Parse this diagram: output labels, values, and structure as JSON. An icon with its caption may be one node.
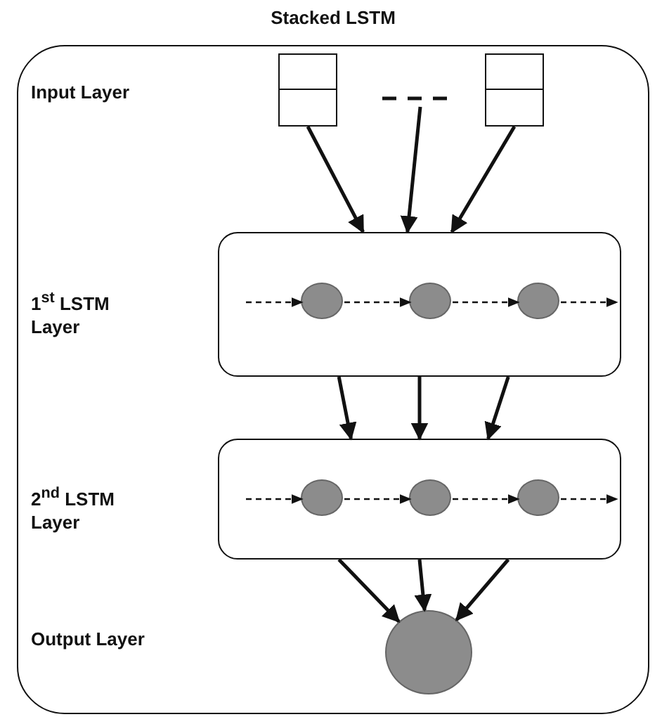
{
  "diagram": {
    "nodes": [
      {
        "text": [
          "Stacked LSTM"
        ]
      },
      {
        "text": [],
        "shape": "box",
        "in": 0
      },
      {
        "text": [],
        "shape": "dashes",
        "in": 0
      },
      {
        "text": [],
        "shape": "box",
        "in": 0
      },
      {
        "text": [],
        "shape": "box",
        "in": 0
      },
      {
        "text": [],
        "shape": "circle",
        "in": 4
      },
      {
        "text": [],
        "shape": "circle",
        "in": 4
      },
      {
        "text": [],
        "shape": "circle",
        "in": 4
      },
      {
        "text": [],
        "shape": "box",
        "in": 0
      },
      {
        "text": [],
        "shape": "circle",
        "in": 8
      },
      {
        "text": [],
        "shape": "circle",
        "in": 8
      },
      {
        "text": [],
        "shape": "circle",
        "in": 8
      },
      {
        "text": [],
        "shape": "circle",
        "in": 0
      }
    ],
    "edges": [
      {
        "from": 1,
        "to": 4,
        "arrow": "to"
      },
      {
        "from": 2,
        "to": 4,
        "arrow": "to"
      },
      {
        "from": 3,
        "to": 4,
        "arrow": "to"
      },
      {
        "from": null,
        "to": 5,
        "arrow": "to",
        "style": "dashed"
      },
      {
        "from": 5,
        "to": 6,
        "arrow": "to",
        "style": "dashed"
      },
      {
        "from": 6,
        "to": 7,
        "arrow": "to",
        "style": "dashed"
      },
      {
        "from": 7,
        "to": null,
        "arrow": "to",
        "style": "dashed"
      },
      {
        "from": 4,
        "to": 8,
        "arrow": "to"
      },
      {
        "from": 4,
        "to": 8,
        "arrow": "to"
      },
      {
        "from": 4,
        "to": 8,
        "arrow": "to"
      },
      {
        "from": null,
        "to": 9,
        "arrow": "to",
        "style": "dashed"
      },
      {
        "from": 9,
        "to": 10,
        "arrow": "to",
        "style": "dashed"
      },
      {
        "from": 10,
        "to": 11,
        "arrow": "to",
        "style": "dashed"
      },
      {
        "from": 11,
        "to": null,
        "arrow": "to",
        "style": "dashed"
      },
      {
        "from": 8,
        "to": 12,
        "arrow": "to"
      },
      {
        "from": 8,
        "to": 12,
        "arrow": "to"
      },
      {
        "from": 8,
        "to": 12,
        "arrow": "to"
      }
    ],
    "labels": [
      "Input Layer",
      "1$^{st}$ LSTM Layer",
      "2$^{nd}$ LSTM Layer",
      "Output Layer"
    ]
  }
}
